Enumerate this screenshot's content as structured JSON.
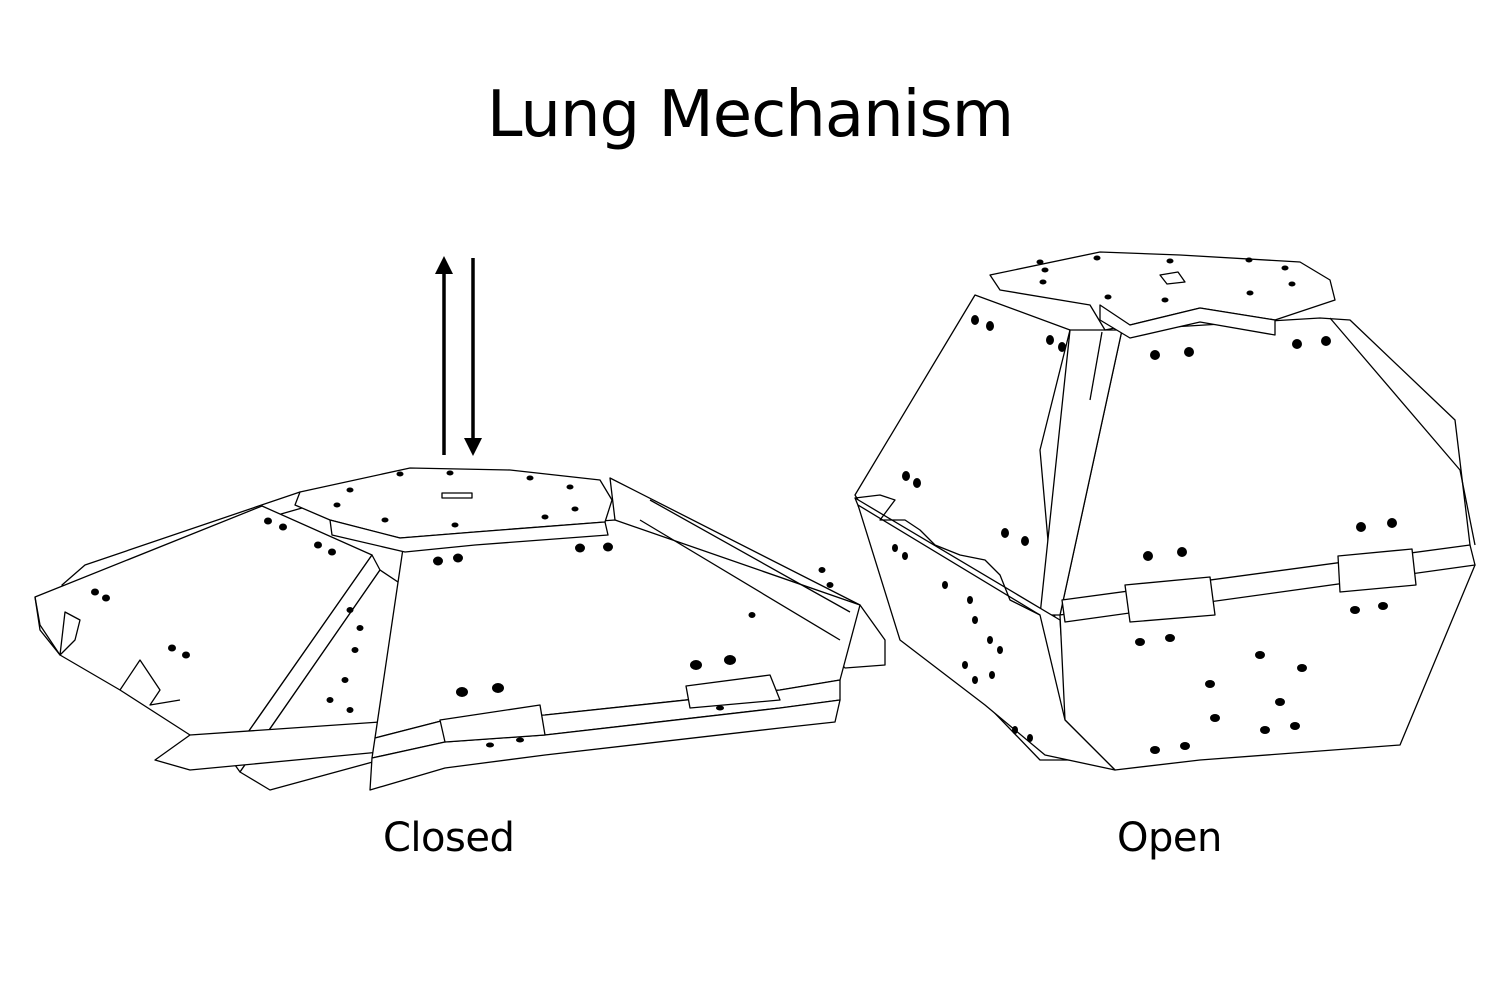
{
  "diagram": {
    "title": "Lung Mechanism",
    "states": [
      {
        "id": "closed",
        "label": "Closed",
        "description": "Flattened folding hexagonal panel assembly"
      },
      {
        "id": "open",
        "label": "Open",
        "description": "Expanded polyhedral panel assembly"
      }
    ],
    "motion_indicator": {
      "type": "bidirectional-vertical-arrows",
      "directions": [
        "up",
        "down"
      ]
    },
    "colors": {
      "line": "#000000",
      "background": "#ffffff"
    }
  }
}
